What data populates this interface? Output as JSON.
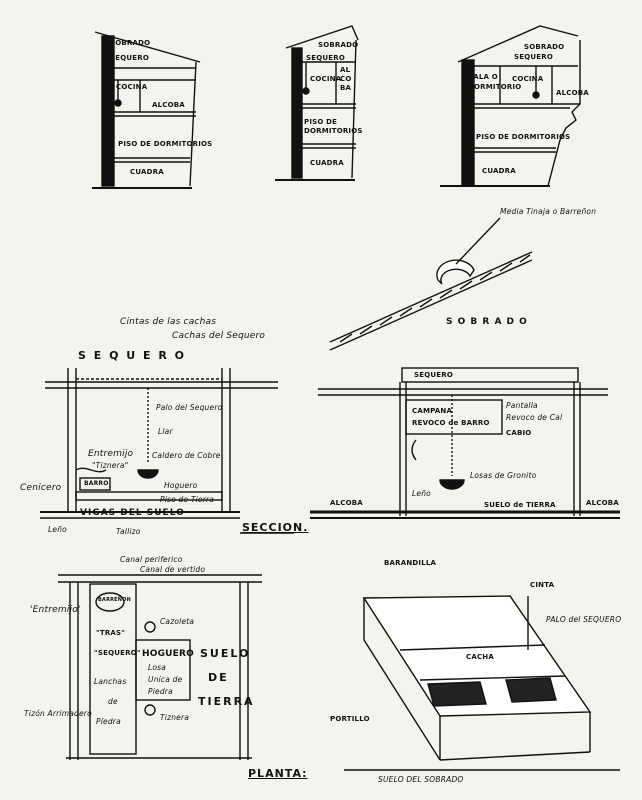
{
  "sections_top": {
    "left": {
      "sobrado": "SOBRADO",
      "sequero": "SEQUERO",
      "cocina": "COCINA",
      "alcoba": "ALCOBA",
      "piso": "PISO DE DORMITORIOS",
      "cuadra": "CUADRA"
    },
    "middle": {
      "sobrado": "SOBRADO",
      "sequero": "SEQUERO",
      "cocina": "COCINA",
      "alcoba_v": "AL CO BA",
      "piso": "PISO DE DORMITORIOS",
      "cuadra": "CUADRA"
    },
    "right": {
      "sobrado": "SOBRADO",
      "sequero": "SEQUERO",
      "sala": "SALA O DORMITORIO",
      "cocina": "COCINA",
      "alcoba": "ALCOBA",
      "piso": "PISO DE DORMITORIOS",
      "cuadra": "CUADRA"
    }
  },
  "roof_detail": {
    "tinaja": "Media Tinaja o Barreñon",
    "sobrado": "S O B R A D O"
  },
  "seccion_left": {
    "cintas": "Cintas de las cachas",
    "cachas": "Cachas del Sequero",
    "sequero": "S E Q U E R O",
    "palo": "Palo del Sequero",
    "llar": "Llar",
    "entremijo": "Entremijo",
    "tiznera": "\"Tiznera\"",
    "caldero": "Caldero de Cobre",
    "cenicero": "Cenicero",
    "barro": "BARRO",
    "hoguero": "Hoguero",
    "piso_tierra": "Piso de Tierra",
    "vigas": "VIGAS  DEL  SUELO",
    "leno": "Leño",
    "tallizo": "Tallizo",
    "seccion": "SECCION."
  },
  "seccion_right": {
    "sequero": "SEQUERO",
    "campana": "CAMPANA",
    "revoco_barro": "REVOCO de BARRO",
    "pantalla": "Pantalla",
    "revoco_cal": "Revoco de Cal",
    "cabio": "CABIO",
    "losas": "Losas de Gronito",
    "leno": "Leño",
    "suelo": "SUELO de TIERRA",
    "alcoba_l": "ALCOBA",
    "alcoba_r": "ALCOBA"
  },
  "planta": {
    "canal_periferico": "Canal periferico",
    "canal_vertido": "Canal de vertido",
    "barreno": "BARREÑON",
    "entremijo": "'Entremijo'",
    "tras": "\"TRAS\"",
    "cazoleta": "Cazoleta",
    "sequero": "\"SEQUERO\"",
    "hoguero": "HOGUERO",
    "losa": "Losa",
    "unica": "Unica de",
    "piedra": "Piedra",
    "lanchas": "Lanchas",
    "de": "de",
    "piedra2": "Piedra",
    "tizon": "Tizón Arrimadero",
    "tiznera": "Tiznera",
    "suelo": "SUELO",
    "de2": "DE",
    "tierra": "TIERRA",
    "planta": "PLANTA:"
  },
  "sobrado_box": {
    "barandilla": "BARANDILLA",
    "cinta": "CINTA",
    "palo": "PALO del SEQUERO",
    "cacha": "CACHA",
    "portillo": "PORTILLO",
    "suelo": "SUELO DEL SOBRADO"
  }
}
